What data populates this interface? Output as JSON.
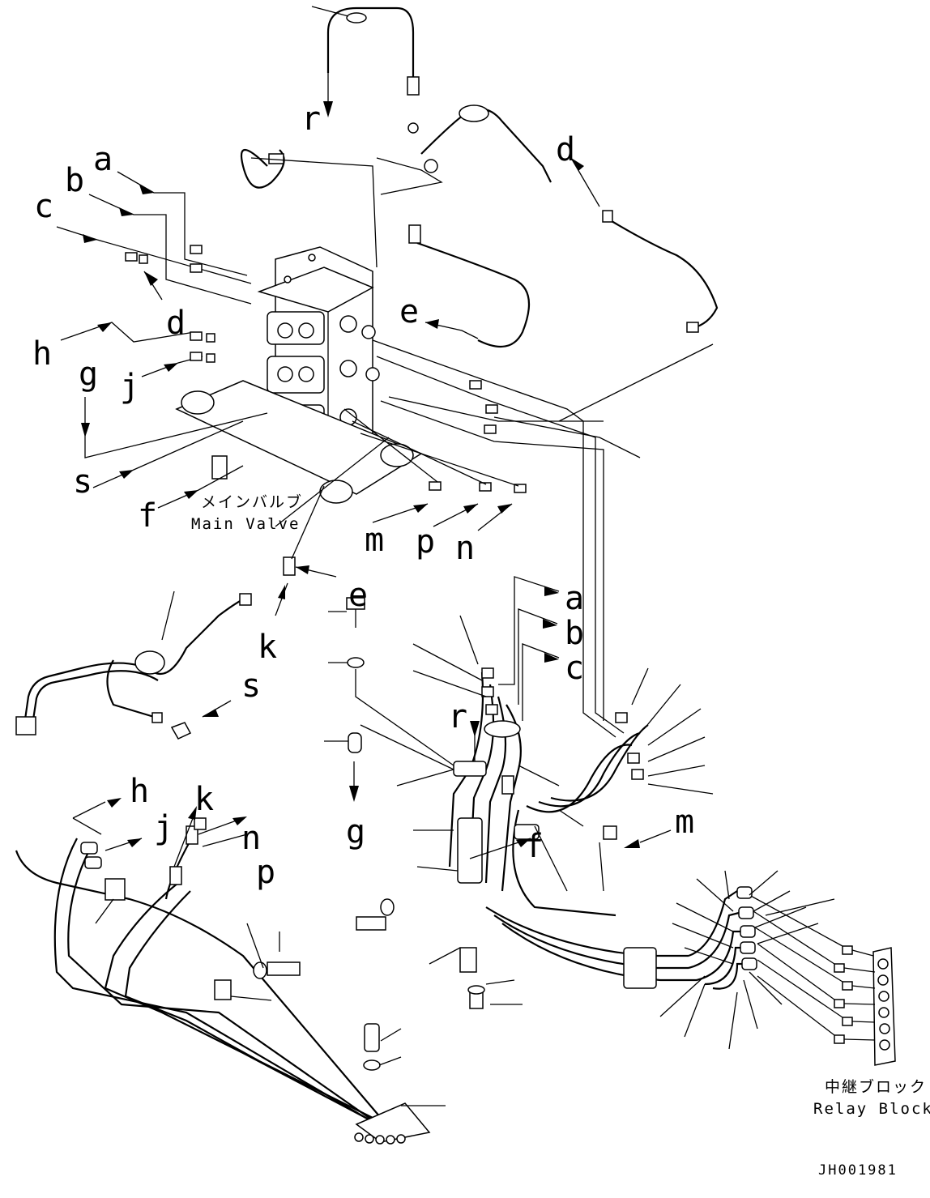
{
  "labels": {
    "a_top": "a",
    "b_top": "b",
    "c_top": "c",
    "d_left": "d",
    "d_right": "d",
    "e_mid": "e",
    "e_low": "e",
    "h_left": "h",
    "g_left": "g",
    "j_left": "j",
    "s_left": "s",
    "f_left": "f",
    "r_top": "r",
    "m_mid": "m",
    "p_mid": "p",
    "n_mid": "n",
    "k_mid": "k",
    "s_mid": "s",
    "a_right": "a",
    "b_right": "b",
    "c_right": "c",
    "r_right": "r",
    "g_center": "g",
    "f_right": "f",
    "m_right": "m",
    "h_low": "h",
    "j_low": "j",
    "k_low": "k",
    "n_low": "n",
    "p_low": "p"
  },
  "captions": {
    "main_valve_jp": "メインバルブ",
    "main_valve_en": "Main Valve",
    "relay_block_jp": "中継ブロック",
    "relay_block_en": "Relay Block"
  },
  "drawing_code": "JH001981"
}
